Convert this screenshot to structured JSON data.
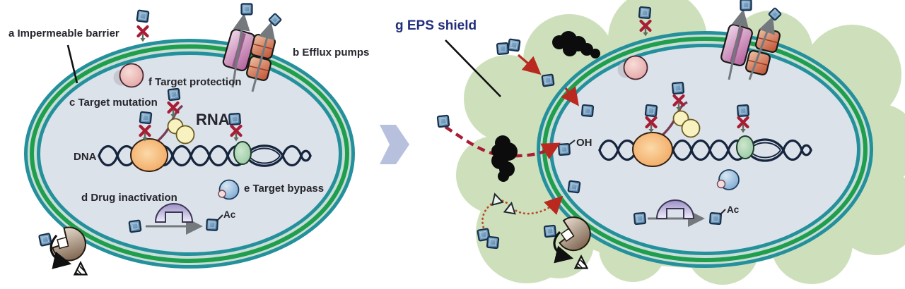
{
  "diagram": {
    "left_cell": {
      "labels": {
        "a": "a Impermeable barrier",
        "b": "b Efflux pumps",
        "c": "c Target mutation",
        "d": "d Drug inactivation",
        "e": "e Target bypass",
        "f": "f Target protection"
      },
      "molecules": {
        "dna": "DNA",
        "rna": "RNA",
        "ac": "Ac"
      }
    },
    "right_cell": {
      "labels": {
        "g": "g EPS shield"
      },
      "molecules": {
        "oh": "OH",
        "ac": "Ac"
      }
    },
    "icons": {
      "drug": "drug-molecule-square",
      "drug_effluxed": "drug-molecule-diamond",
      "drug_blocked": "blocked-cross",
      "drug_degraded": "degraded-drug-triangle",
      "efflux_pumps": "efflux-pump-pair",
      "rna_polymerase": "rna-polymerase",
      "ribosome": "ribosome",
      "mutated_target": "mutated-target",
      "bypass_protein": "bypass-protein",
      "protection_protein": "target-protection-protein",
      "inactivating_enzyme": "drug-inactivating-enzyme",
      "degrading_enzyme": "drug-degrading-enzyme",
      "eps_particle": "eps-matrix-particle",
      "transition": "transition-chevron-arrow"
    },
    "colors": {
      "eps": "#cee0bb",
      "membrane_teal": "#23909b",
      "membrane_green": "#1f9e4d",
      "membrane_gap": "#c9ded6",
      "cytoplasm": "#dbe2e9",
      "label_text": "#26252d",
      "eps_label_navy": "#232e7d",
      "blocked_red": "#a81d35",
      "arrow_red": "#b9291f",
      "arrow_gray": "#74797e",
      "dna_strand": "#16253e",
      "drug_border": "#16304d",
      "chevron": "#b7c1de"
    }
  }
}
